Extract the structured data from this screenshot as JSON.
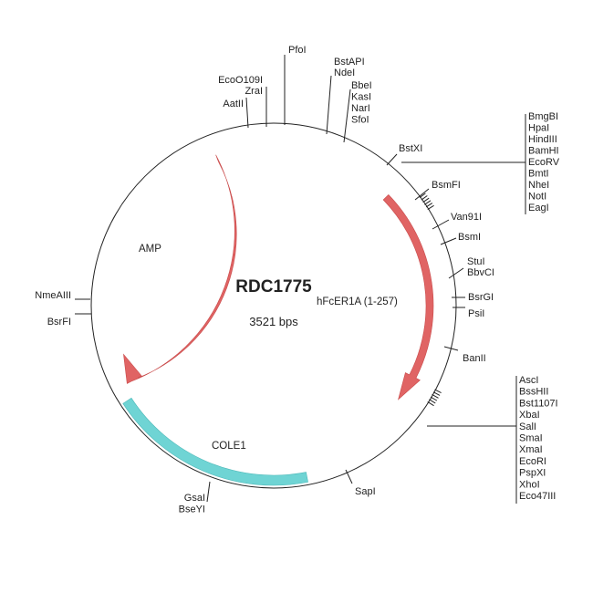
{
  "plasmid": {
    "name": "RDC1775",
    "size_label": "3521 bps"
  },
  "colors": {
    "resistance": "#e06464",
    "insert": "#e06464",
    "origin": "#6fd4d4",
    "backbone": "#222222"
  },
  "features": [
    {
      "label": "AMP",
      "type": "arrow",
      "direction": "counterclockwise"
    },
    {
      "label": "hFcER1A (1-257)",
      "type": "arrow",
      "direction": "clockwise"
    },
    {
      "label": "COLE1",
      "type": "block"
    }
  ],
  "sites": {
    "ecoo_zra": [
      "EcoO109I",
      "ZraI"
    ],
    "aat": [
      "AatII"
    ],
    "pfo": [
      "PfoI"
    ],
    "bstapi": [
      "BstAPI",
      "NdeI"
    ],
    "bbe": [
      "BbeI",
      "KasI",
      "NarI",
      "SfoI"
    ],
    "bstxi": [
      "BstXI"
    ],
    "mcs1": [
      "BmgBI",
      "HpaI",
      "HindIII",
      "BamHI",
      "EcoRV",
      "BmtI",
      "NheI",
      "NotI",
      "EagI"
    ],
    "bsmfi": [
      "BsmFI"
    ],
    "van91i": [
      "Van91I"
    ],
    "bsmi": [
      "BsmI"
    ],
    "stu": [
      "StuI",
      "BbvCI"
    ],
    "bsrgi": [
      "BsrGI"
    ],
    "psii": [
      "PsiI"
    ],
    "banii": [
      "BanII"
    ],
    "mcs2": [
      "AscI",
      "BssHII",
      "Bst1107I",
      "XbaI",
      "SalI",
      "SmaI",
      "XmaI",
      "EcoRI",
      "PspXI",
      "XhoI",
      "Eco47III"
    ],
    "sapi": [
      "SapI"
    ],
    "gsa": [
      "GsaI",
      "BseYI"
    ],
    "nmeaiii": [
      "NmeAIII"
    ],
    "bsrfi": [
      "BsrFI"
    ]
  }
}
